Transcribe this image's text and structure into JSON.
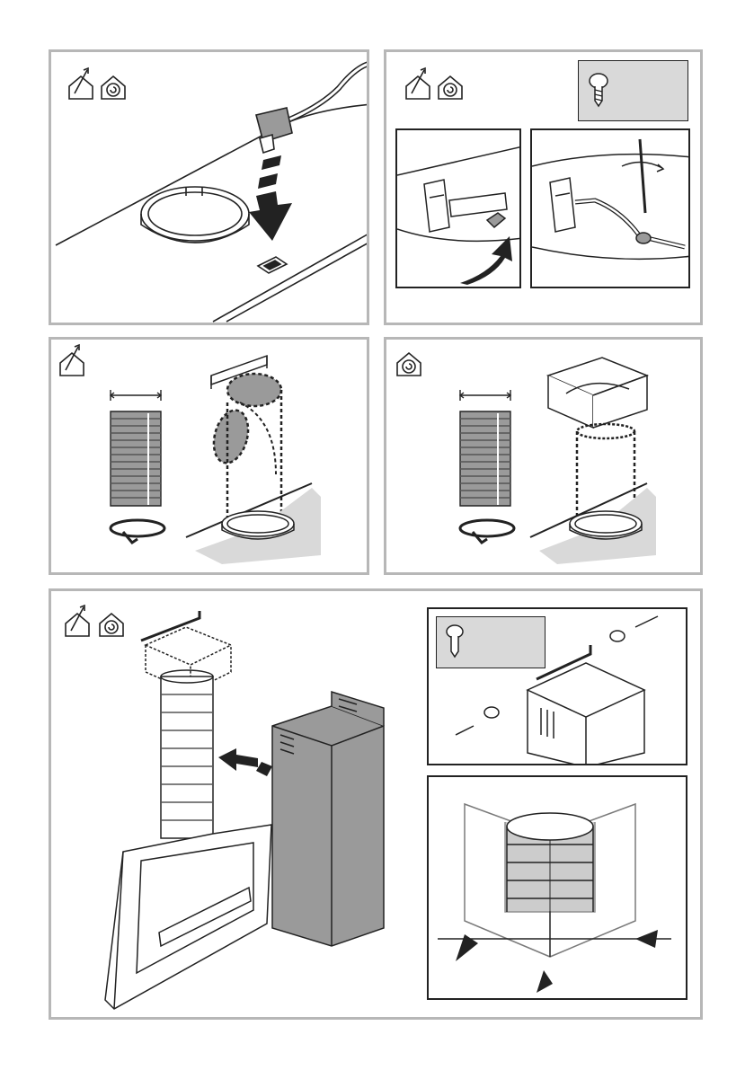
{
  "document": {
    "type": "installation-instructions-page",
    "colors": {
      "frame": "#b7b7b7",
      "ink": "#222222",
      "fill_gray": "#9a9a9a",
      "badge_gray": "#d9d9d9"
    }
  },
  "panels": [
    {
      "id": "power-connection",
      "mode_icons": [
        "ducted-mode-icon",
        "recirculation-mode-icon"
      ]
    },
    {
      "id": "cable-clamp",
      "mode_icons": [
        "ducted-mode-icon",
        "recirculation-mode-icon"
      ],
      "screw_badge": {
        "label": "",
        "icon": "screw-icon"
      }
    },
    {
      "id": "duct-ducted",
      "mode_icons": [
        "ducted-mode-icon"
      ]
    },
    {
      "id": "duct-recirculation",
      "mode_icons": [
        "recirculation-mode-icon"
      ]
    },
    {
      "id": "chimney-assembly",
      "mode_icons": [
        "ducted-mode-icon",
        "recirculation-mode-icon"
      ],
      "screw_badge": {
        "label": "",
        "icon": "screw-icon"
      }
    }
  ]
}
